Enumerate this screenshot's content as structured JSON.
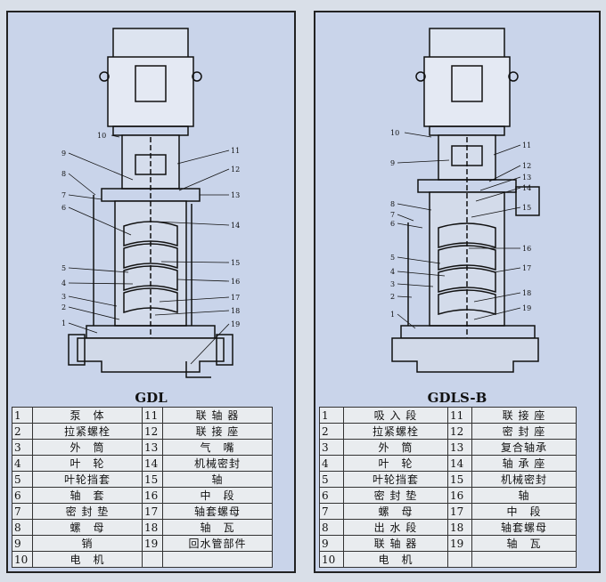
{
  "left": {
    "caption": "GDL",
    "callouts": [
      "1",
      "2",
      "3",
      "4",
      "5",
      "6",
      "7",
      "8",
      "9",
      "10",
      "11",
      "12",
      "13",
      "14",
      "15",
      "16",
      "17",
      "18",
      "19"
    ],
    "parts": [
      {
        "no": "1",
        "name": "泵　体"
      },
      {
        "no": "2",
        "name": "拉紧螺栓"
      },
      {
        "no": "3",
        "name": "外　筒"
      },
      {
        "no": "4",
        "name": "叶　轮"
      },
      {
        "no": "5",
        "name": "叶轮挡套"
      },
      {
        "no": "6",
        "name": "轴　套"
      },
      {
        "no": "7",
        "name": "密 封 垫"
      },
      {
        "no": "8",
        "name": "螺　母"
      },
      {
        "no": "9",
        "name": "销"
      },
      {
        "no": "10",
        "name": "电　机"
      },
      {
        "no": "11",
        "name": "联 轴 器"
      },
      {
        "no": "12",
        "name": "联 接 座"
      },
      {
        "no": "13",
        "name": "气　嘴"
      },
      {
        "no": "14",
        "name": "机械密封"
      },
      {
        "no": "15",
        "name": "轴"
      },
      {
        "no": "16",
        "name": "中　段"
      },
      {
        "no": "17",
        "name": "轴套螺母"
      },
      {
        "no": "18",
        "name": "轴　瓦"
      },
      {
        "no": "19",
        "name": "回水管部件"
      },
      {
        "no": "",
        "name": ""
      }
    ]
  },
  "right": {
    "caption": "GDLS-B",
    "callouts": [
      "1",
      "2",
      "3",
      "4",
      "5",
      "6",
      "7",
      "8",
      "9",
      "10",
      "11",
      "12",
      "13",
      "14",
      "15",
      "16",
      "17",
      "18",
      "19"
    ],
    "parts": [
      {
        "no": "1",
        "name": "吸 入 段"
      },
      {
        "no": "2",
        "name": "拉紧螺栓"
      },
      {
        "no": "3",
        "name": "外　筒"
      },
      {
        "no": "4",
        "name": "叶　轮"
      },
      {
        "no": "5",
        "name": "叶轮挡套"
      },
      {
        "no": "6",
        "name": "密 封 垫"
      },
      {
        "no": "7",
        "name": "螺　母"
      },
      {
        "no": "8",
        "name": "出 水 段"
      },
      {
        "no": "9",
        "name": "联 轴 器"
      },
      {
        "no": "10",
        "name": "电　机"
      },
      {
        "no": "11",
        "name": "联 接 座"
      },
      {
        "no": "12",
        "name": "密 封 座"
      },
      {
        "no": "13",
        "name": "复合轴承"
      },
      {
        "no": "14",
        "name": "轴 承 座"
      },
      {
        "no": "15",
        "name": "机械密封"
      },
      {
        "no": "16",
        "name": "轴"
      },
      {
        "no": "17",
        "name": "中　段"
      },
      {
        "no": "18",
        "name": "轴套螺母"
      },
      {
        "no": "19",
        "name": "轴　瓦"
      },
      {
        "no": "",
        "name": ""
      }
    ]
  }
}
